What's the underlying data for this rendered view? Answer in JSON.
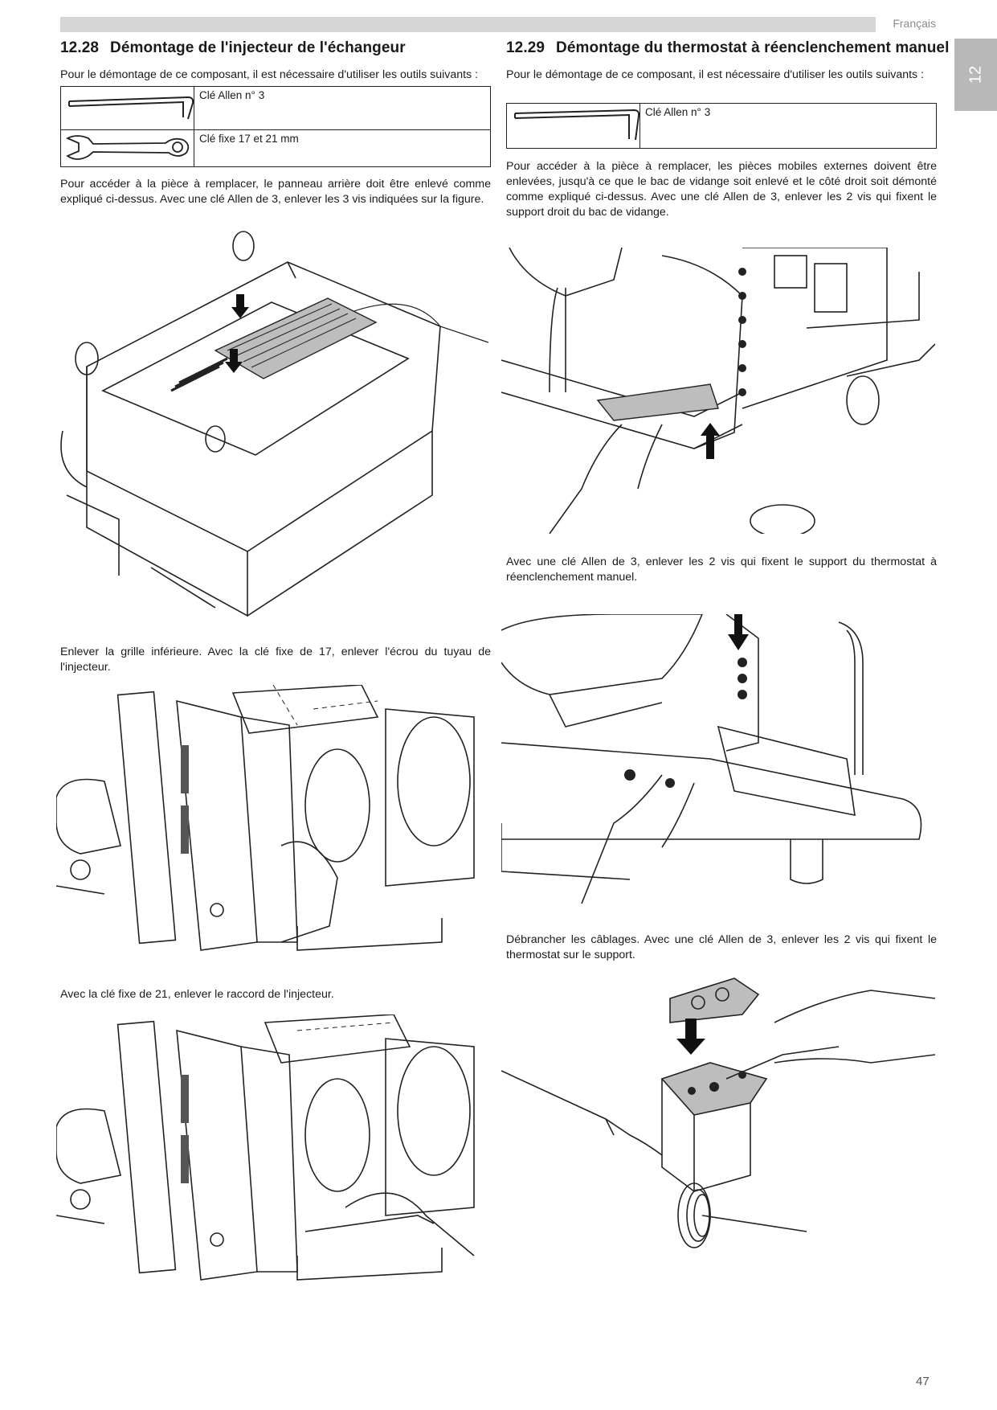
{
  "header": {
    "language": "Français",
    "chapter_tab": "12"
  },
  "left": {
    "title_num": "12.28",
    "title": "Démontage de l'injecteur de l'échangeur",
    "intro": "Pour le démontage de ce composant, il est nécessaire d'utiliser les outils suivants :",
    "tools": [
      {
        "icon": "allen-key-icon",
        "label": "Clé Allen n° 3"
      },
      {
        "icon": "wrench-icon",
        "label": "Clé fixe 17 et 21 mm"
      }
    ],
    "para1": "Pour accéder à la pièce à remplacer, le panneau arrière doit être enlevé comme expliqué ci-dessus. Avec une clé Allen de 3, enlever les 3 vis indiquées sur la figure.",
    "para2": "Enlever la grille inférieure. Avec la clé fixe de 17, enlever l'écrou du tuyau de l'injecteur.",
    "para3": "Avec la clé fixe de 21, enlever le raccord de l'injecteur."
  },
  "right": {
    "title_num": "12.29",
    "title": "Démontage du thermostat à réenclenchement manuel",
    "intro": "Pour le démontage de ce composant, il est nécessaire d'utiliser les outils suivants :",
    "tools": [
      {
        "icon": "allen-key-icon",
        "label": "Clé Allen n° 3"
      }
    ],
    "para1": "Pour accéder à la pièce à remplacer, les pièces mobiles externes doivent être enlevées, jusqu'à ce que le bac de vidange soit enlevé et le côté droit soit démonté comme expliqué ci-dessus. Avec une clé Allen de 3, enlever les 2 vis qui fixent le support droit du bac de vidange.",
    "para2": "Avec une clé Allen de 3, enlever les 2 vis qui fixent le support du thermostat à réenclenchement manuel.",
    "para3": "Débrancher les câblages. Avec une clé Allen de 3, enlever les 2 vis qui fixent le thermostat sur le support."
  },
  "footer": {
    "page_number": "47"
  }
}
